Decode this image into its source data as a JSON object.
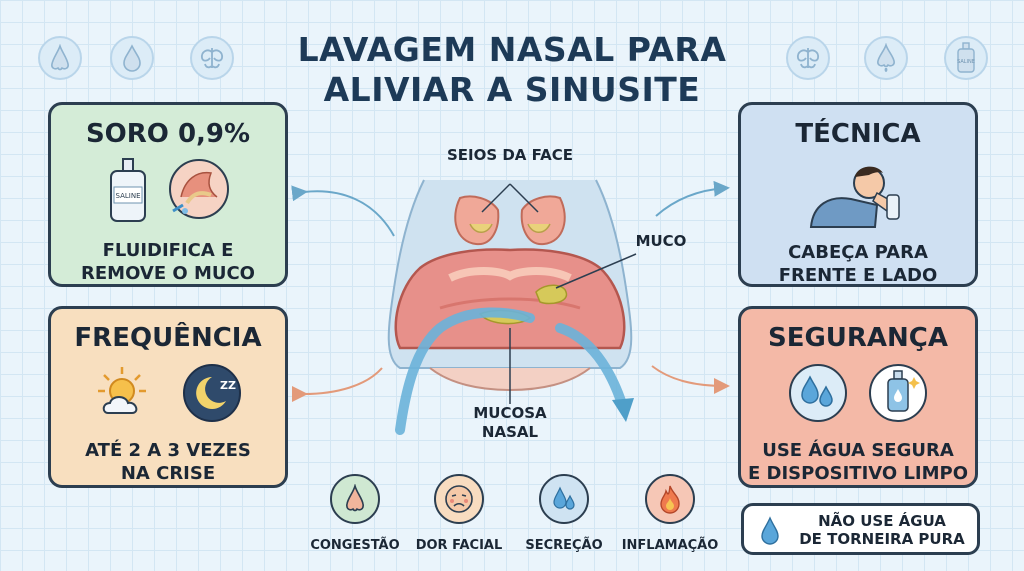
{
  "title": {
    "line1": "LAVAGEM NASAL PARA",
    "line2": "ALIVIAR A SINUSITE"
  },
  "cards": {
    "soro": {
      "title": "SORO 0,9%",
      "line1": "FLUIDIFICA E",
      "line2": "REMOVE O MUCO",
      "bottle_label": "SALINE"
    },
    "frequencia": {
      "title": "FREQUÊNCIA",
      "line1": "ATÉ 2 A 3 VEZES",
      "line2": "NA CRISE",
      "sleep_label": "ZZ"
    },
    "tecnica": {
      "title": "TÉCNICA",
      "line1": "CABEÇA PARA",
      "line2": "FRENTE E LADO"
    },
    "seguranca": {
      "title": "SEGURANÇA",
      "line1": "USE ÁGUA SEGURA",
      "line2": "E DISPOSITIVO LIMPO"
    }
  },
  "diagram": {
    "seios_label": "SEIOS DA FACE",
    "muco_label": "MUCO",
    "mucosa_line1": "MUCOSA",
    "mucosa_line2": "NASAL"
  },
  "symptoms": [
    {
      "label": "CONGESTÃO",
      "color": "#cfe8d2"
    },
    {
      "label": "DOR FACIAL",
      "color": "#f8dcc0"
    },
    {
      "label": "SECREÇÃO",
      "color": "#cfe3f2"
    },
    {
      "label": "INFLAMAÇÃO",
      "color": "#f6c7b6"
    }
  ],
  "warning": {
    "line1": "NÃO USE ÁGUA",
    "line2": "DE TORNEIRA PURA"
  },
  "top_icons": {
    "right_bottle_label": "SALINE"
  },
  "colors": {
    "title": "#1d3a57",
    "card_green": "#d4ecd7",
    "card_orange": "#f8dfbf",
    "card_blue": "#cfe0f2",
    "card_red": "#f4b9a7"
  }
}
